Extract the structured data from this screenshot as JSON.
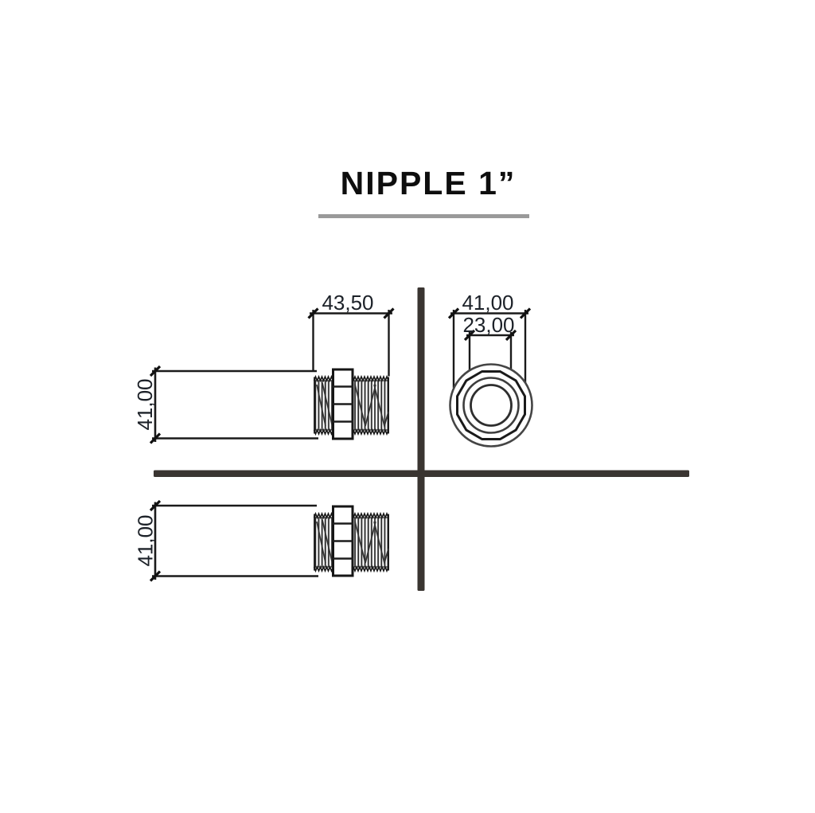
{
  "title": "NIPPLE 1”",
  "dims": {
    "top_width": "43,50",
    "top_height": "41,00",
    "bottom_height": "41,00",
    "end_outer": "41,00",
    "end_inner": "23,00"
  },
  "colors": {
    "line_black": "#1a1a1a",
    "crosshair_gray": "#3a3531",
    "underline_gray": "#9a9a9a",
    "dim_text": "#1c2128",
    "thread_line": "#2d2d2d",
    "ring_gray": "#454545"
  }
}
